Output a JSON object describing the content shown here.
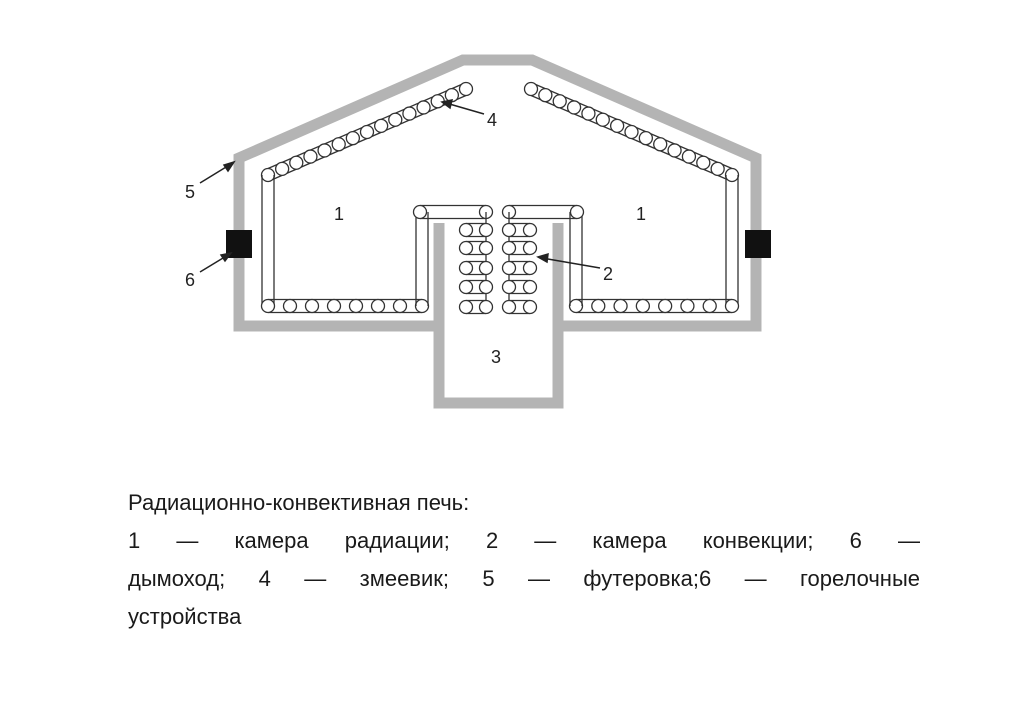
{
  "diagram": {
    "labels": {
      "radiation_left": "1",
      "radiation_right": "1",
      "convection": "2",
      "chimney": "3",
      "coil": "4",
      "lining": "5",
      "burner": "6"
    },
    "colors": {
      "wall": "#b4b4b4",
      "burner": "#111111",
      "tube": "#333333"
    }
  },
  "caption": {
    "title": "Радиационно-конвективная печь:",
    "lines": [
      "1 — камера радиации; 2 — камера конвекции; 6 —",
      "дымоход; 4 — змеевик; 5 — футеровка;6 — горелочные",
      "устройства"
    ]
  }
}
